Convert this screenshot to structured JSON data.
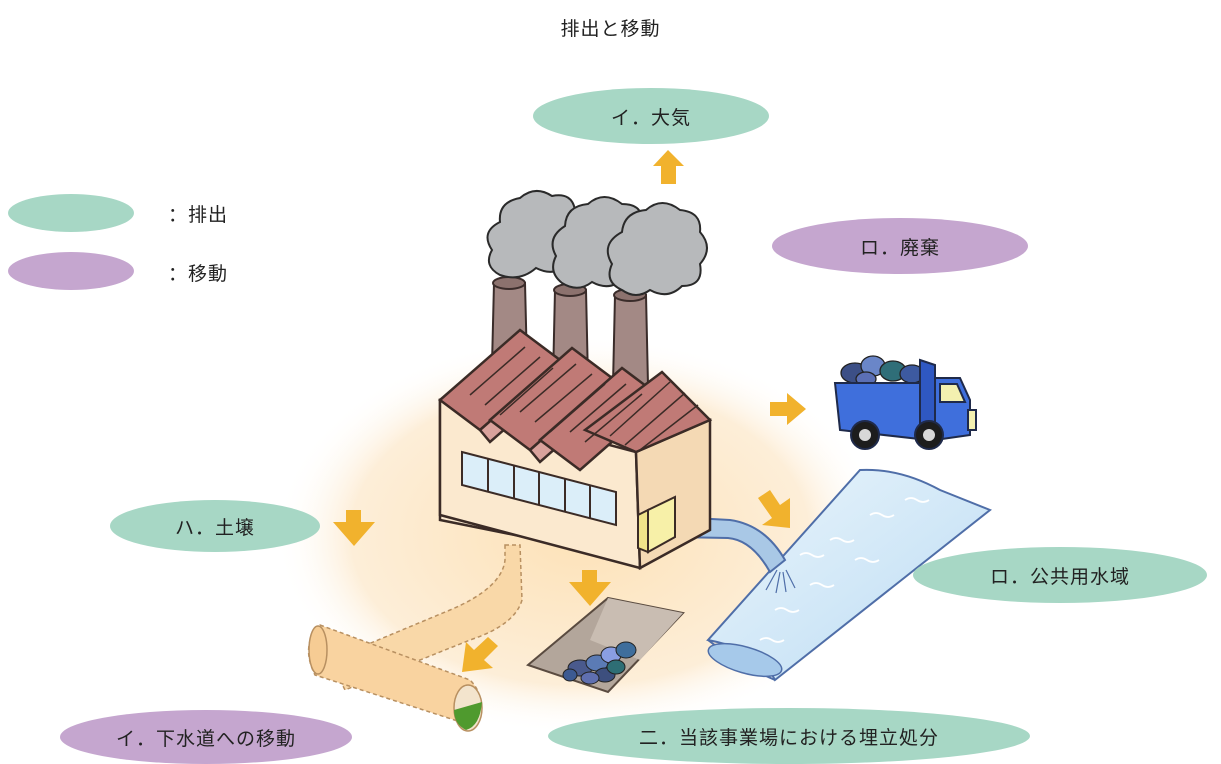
{
  "title": "排出と移動",
  "legend": {
    "release_label": "：排出",
    "transfer_label": "：移動"
  },
  "labels": {
    "air": "イ．大気",
    "waste": "ロ．廃棄",
    "soil": "ハ．土壌",
    "water": "ロ．公共用水域",
    "sewer": "イ．下水道への移動",
    "landfill": "二．当該事業場における埋立処分"
  },
  "colors": {
    "release": "#a7d7c5",
    "transfer": "#c5a6cf",
    "arrow": "#f1b22d",
    "halo": "#fde9c6",
    "chimney": "#a38985",
    "smoke": "#b7b9bb",
    "roof": "#c07a76",
    "wall": "#fbe9cf",
    "truck": "#3f6fdc",
    "water": "#cde8f8",
    "pipe": "#a9c8e6"
  }
}
